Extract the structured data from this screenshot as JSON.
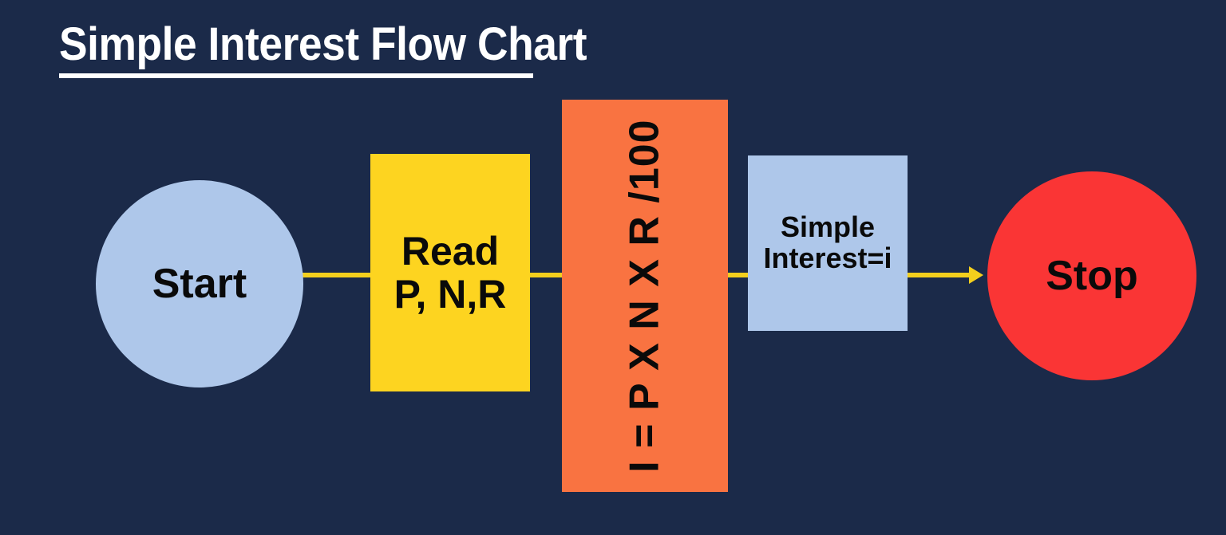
{
  "page": {
    "title": "Simple Interest Flow Chart",
    "background_color": "#1b2a49",
    "connector_color": "#f4cf1d",
    "title_color": "#ffffff"
  },
  "chart_data": {
    "type": "diagram",
    "diagram_type": "flowchart",
    "title": "Simple Interest Flow Chart",
    "orientation": "left-to-right",
    "nodes": [
      {
        "id": "start",
        "shape": "circle",
        "label": "Start",
        "fill": "#aec7ea",
        "text_color": "#0a0a0a"
      },
      {
        "id": "read",
        "shape": "rectangle",
        "label_line1": "Read",
        "label_line2": "P, N,R",
        "fill": "#fdd420",
        "text_color": "#0a0a0a"
      },
      {
        "id": "formula",
        "shape": "rectangle",
        "label": "I = P X N X R /100",
        "rotation": "-90deg",
        "fill": "#f97341",
        "text_color": "#0a0a0a"
      },
      {
        "id": "result",
        "shape": "rectangle",
        "label_line1": "Simple",
        "label_line2": "Interest=i",
        "fill": "#aec7ea",
        "text_color": "#0a0a0a"
      },
      {
        "id": "stop",
        "shape": "circle",
        "label": "Stop",
        "fill": "#fa3535",
        "text_color": "#0a0a0a"
      }
    ],
    "edges": [
      {
        "from": "start",
        "to": "read",
        "style": "line",
        "arrowhead": false,
        "color": "#f4cf1d"
      },
      {
        "from": "read",
        "to": "formula",
        "style": "line",
        "arrowhead": false,
        "color": "#f4cf1d"
      },
      {
        "from": "formula",
        "to": "result",
        "style": "line",
        "arrowhead": false,
        "color": "#f4cf1d"
      },
      {
        "from": "result",
        "to": "stop",
        "style": "arrow",
        "arrowhead": true,
        "color": "#f4cf1d"
      }
    ]
  }
}
